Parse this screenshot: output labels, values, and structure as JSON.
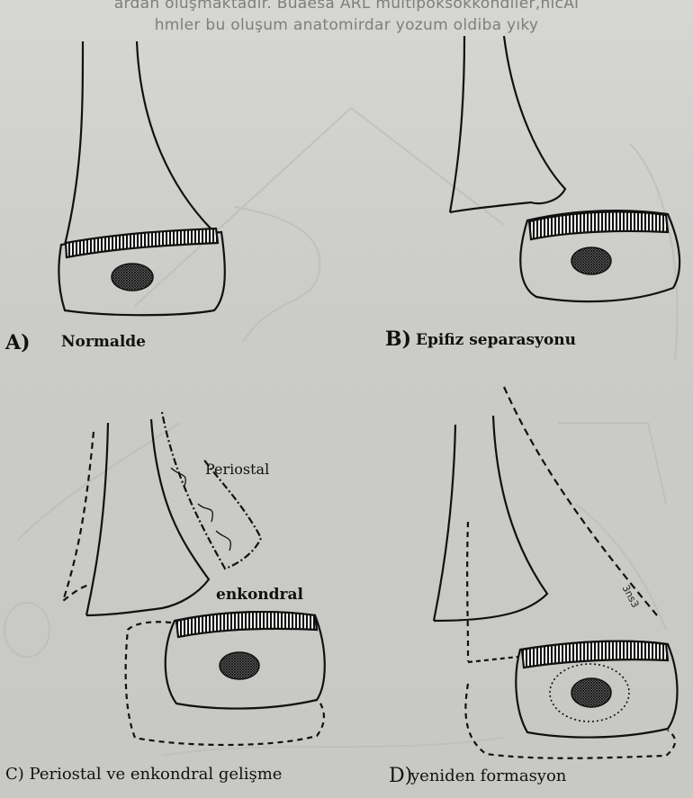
{
  "header": {
    "line1": "ardan oluşmaktadır. Buaesa ARL multipoksokkondiler,nıcAi",
    "line2": "hmler bu oluşum anatomirdar yozum oldiba yıky"
  },
  "panels": {
    "a": {
      "letter": "A)",
      "label": "Normalde"
    },
    "b": {
      "letter": "B)",
      "label": "Epifiz separasyonu"
    },
    "c": {
      "label": "C) Periostal ve enkondral gelişme",
      "periostal": "Periostal",
      "enkondral": "enkondral"
    },
    "d": {
      "letter": "D)",
      "label": "yeniden formasyon",
      "gap_mark": "3ns3"
    }
  },
  "colors": {
    "ink": "#111111",
    "background": "#cfcfcd",
    "header_text": "#7e7e7c"
  }
}
